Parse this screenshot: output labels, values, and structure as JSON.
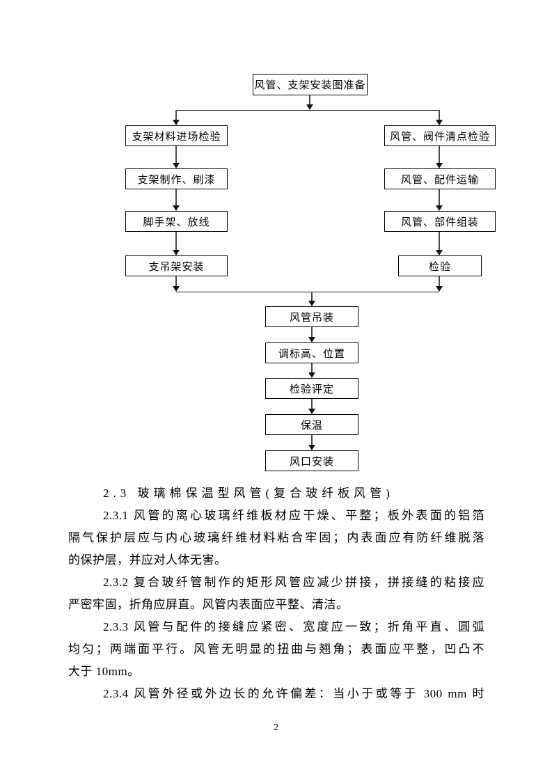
{
  "flowchart": {
    "top": "风管、支架安装图准备",
    "left": [
      "支架材料进场检验",
      "支架制作、刷漆",
      "脚手架、放线",
      "支吊架安装"
    ],
    "right": [
      "风管、阀件清点检验",
      "风管、配件运输",
      "风管、部件组装",
      "检验"
    ],
    "center": [
      "风管吊装",
      "调标高、位置",
      "检验评定",
      "保温",
      "风口安装"
    ]
  },
  "body": {
    "lines": [
      "2.3 玻璃棉保温型风管(复合玻纤板风管)",
      "2.3.1 风管的离心玻璃纤维板材应干燥、平整；板外表面的铝箔",
      "隔气保护层应与内心玻璃纤维材料粘合牢固；内表面应有防纤维脱落",
      "的保护层，并应对人体无害。",
      "2.3.2 复合玻纤管制作的矩形风管应减少拼接，拼接缝的粘接应",
      "严密牢固，折角应屏直。风管内表面应平整、清洁。",
      "2.3.3 风管与配件的接缝应紧密、宽度应一致；折角平直、圆弧",
      "均匀；两端面平行。风管无明显的扭曲与翘角；表面应平整，凹凸不",
      "大于 10mm。",
      "2.3.4 风管外径或外边长的允许偏差：当小于或等于 300 mm 时"
    ]
  },
  "footer": {
    "page_number": "2"
  }
}
